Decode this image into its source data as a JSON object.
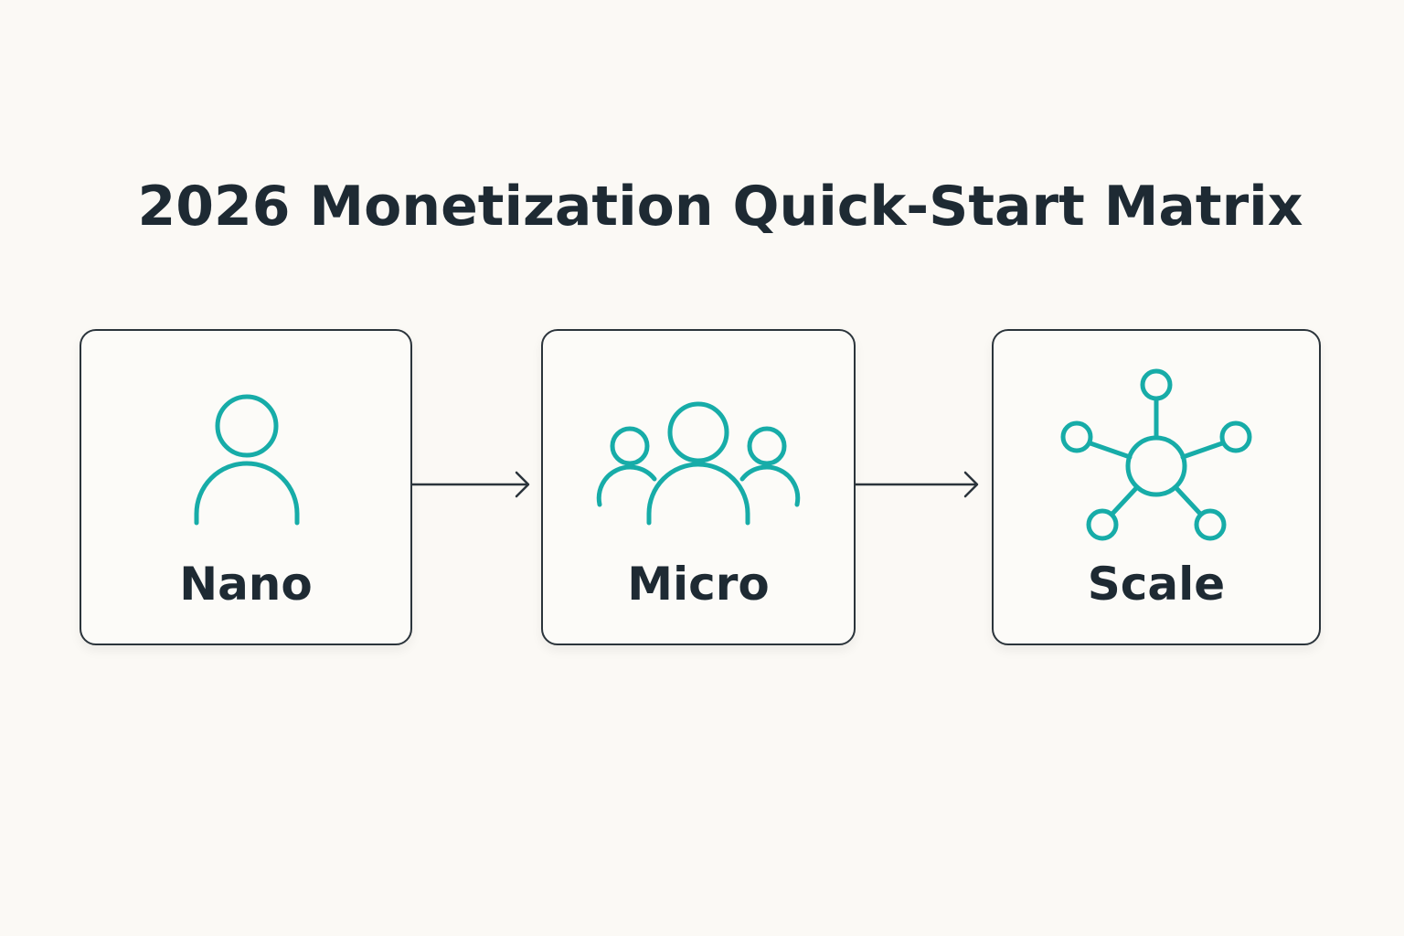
{
  "title": "2026 Monetization Quick-Start Matrix",
  "colors": {
    "accent": "#17aca8",
    "text": "#1e2a33",
    "border": "#2b343b",
    "background": "#fbf9f5"
  },
  "stages": [
    {
      "label": "Nano",
      "icon": "single-user-icon"
    },
    {
      "label": "Micro",
      "icon": "user-group-icon"
    },
    {
      "label": "Scale",
      "icon": "network-hub-icon"
    }
  ],
  "connectors": [
    {
      "from": "Nano",
      "to": "Micro"
    },
    {
      "from": "Micro",
      "to": "Scale"
    }
  ]
}
